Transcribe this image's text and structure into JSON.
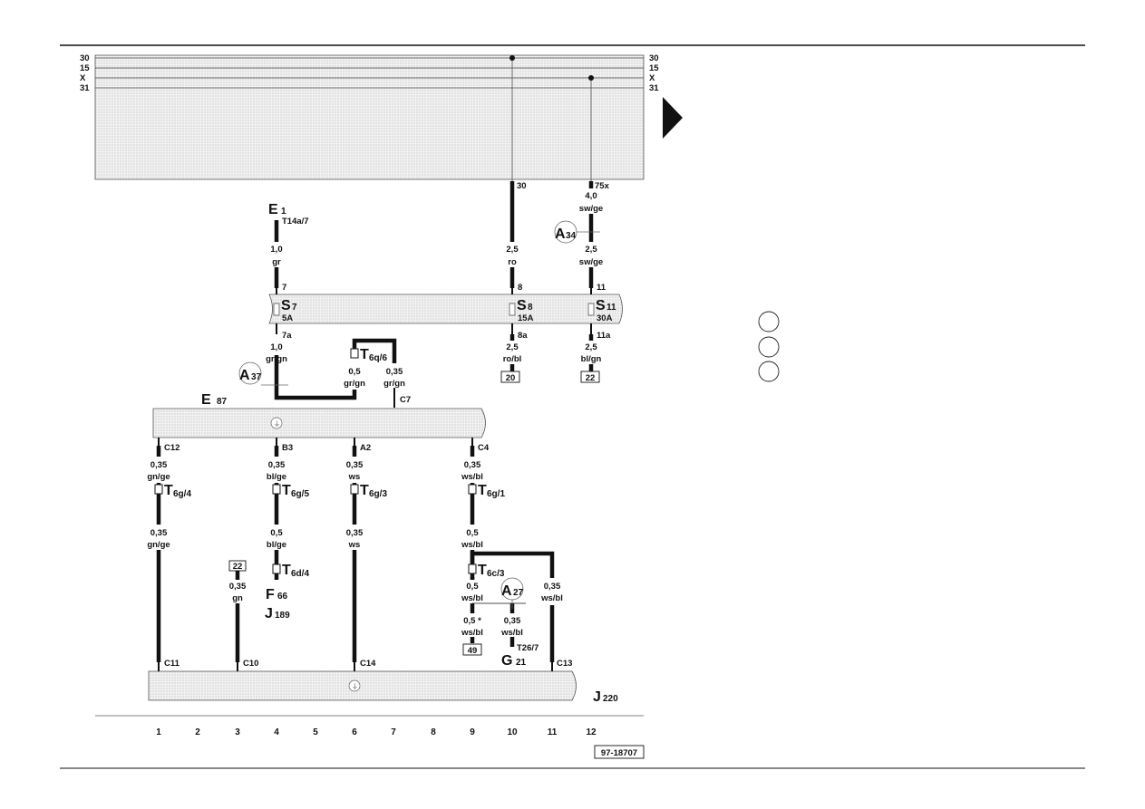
{
  "bus_lines": [
    "30",
    "15",
    "X",
    "31"
  ],
  "relay_terminals": {
    "t30": "30",
    "t75x": "75x"
  },
  "components": {
    "E1": {
      "letter": "E",
      "sub": "1",
      "connector": "T14a/7"
    },
    "E87": {
      "letter": "E",
      "sub": "87"
    },
    "A34": {
      "letter": "A",
      "sub": "34"
    },
    "A37": {
      "letter": "A",
      "sub": "37"
    },
    "A27": {
      "letter": "A",
      "sub": "27"
    },
    "F66": {
      "letter": "F",
      "sub": "66"
    },
    "J189": {
      "letter": "J",
      "sub": "189"
    },
    "G21": {
      "letter": "G",
      "sub": "21",
      "connector": "T26/7"
    },
    "J220": {
      "letter": "J",
      "sub": "220"
    }
  },
  "fuses": [
    {
      "letter": "S",
      "sub": "7",
      "rating": "5A",
      "pin_in": "7",
      "pin_out": "7a"
    },
    {
      "letter": "S",
      "sub": "8",
      "rating": "15A",
      "pin_in": "8",
      "pin_out": "8a"
    },
    {
      "letter": "S",
      "sub": "11",
      "rating": "30A",
      "pin_in": "11",
      "pin_out": "11a"
    }
  ],
  "wires": {
    "w30_size": "2,5",
    "w30_color": "ro",
    "w75x_size1": "4,0",
    "w75x_color1": "sw/ge",
    "w75x_size2": "2,5",
    "w75x_color2": "sw/ge",
    "wE1_size": "1,0",
    "wE1_color": "gr",
    "w7a_size": "1,0",
    "w7a_color": "gr/gn",
    "w8a_size": "2,5",
    "w8a_color": "ro/bl",
    "w8a_ref": "20",
    "w11a_size": "2,5",
    "w11a_color": "bl/gn",
    "w11a_ref": "22",
    "wT6q_a_size": "0,5",
    "wT6q_a_color": "gr/gn",
    "wT6q_b_size": "0,35",
    "wT6q_b_color": "gr/gn",
    "wC12_size": "0,35",
    "wC12_color": "gn/ge",
    "wC12b_size": "0,35",
    "wC12b_color": "gn/ge",
    "wB3_size": "0,35",
    "wB3_color": "bl/ge",
    "wB3b_size": "0,5",
    "wB3b_color": "bl/ge",
    "wA2_size": "0,35",
    "wA2_color": "ws",
    "wA2b_size": "0,35",
    "wA2b_color": "ws",
    "wC4_size": "0,35",
    "wC4_color": "ws/bl",
    "wC4b_size": "0,5",
    "wC4b_color": "ws/bl",
    "wC10_ref": "22",
    "wC10_size": "0,35",
    "wC10_color": "gn",
    "wT6c_size": "0,5",
    "wT6c_color": "ws/bl",
    "wC13_size": "0,35",
    "wC13_color": "ws/bl",
    "w49_size": "0,5 *",
    "w49_color": "ws/bl",
    "w49_ref": "49",
    "wG21_size": "0,35",
    "wG21_color": "ws/bl"
  },
  "connectors": {
    "T6q": {
      "letter": "T",
      "sub": "6q/6"
    },
    "T6g4": {
      "letter": "T",
      "sub": "6g/4"
    },
    "T6g5": {
      "letter": "T",
      "sub": "6g/5"
    },
    "T6g3": {
      "letter": "T",
      "sub": "6g/3"
    },
    "T6g1": {
      "letter": "T",
      "sub": "6g/1"
    },
    "T6d4": {
      "letter": "T",
      "sub": "6d/4"
    },
    "T6c3": {
      "letter": "T",
      "sub": "6c/3"
    }
  },
  "pins": {
    "C7": "C7",
    "C12": "C12",
    "B3": "B3",
    "A2": "A2",
    "C4": "C4",
    "C11": "C11",
    "C10": "C10",
    "C14": "C14",
    "C13": "C13"
  },
  "current_track_numbers": [
    "1",
    "2",
    "3",
    "4",
    "5",
    "6",
    "7",
    "8",
    "9",
    "10",
    "11",
    "12"
  ],
  "diagram_number": "97-18707",
  "colors": {
    "wire": "#111111",
    "fill_pattern": "#cfcfcf",
    "background": "#ffffff"
  }
}
